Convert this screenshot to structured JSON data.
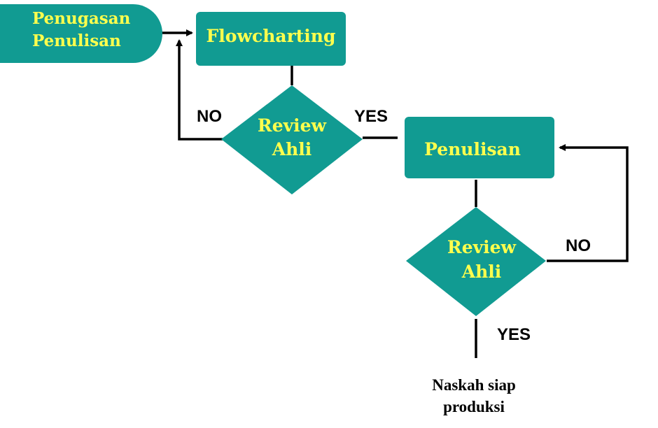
{
  "nodes": {
    "start": {
      "line1": "Penugasan",
      "line2": "Penulisan"
    },
    "flowcharting": {
      "label": "Flowcharting"
    },
    "review1": {
      "line1": "Review",
      "line2": "Ahli"
    },
    "penulisan": {
      "label": "Penulisan"
    },
    "review2": {
      "line1": "Review",
      "line2": "Ahli"
    },
    "end": {
      "line1": "Naskah siap",
      "line2": "produksi"
    }
  },
  "edges": {
    "review1_no": "NO",
    "review1_yes": "YES",
    "review2_no": "NO",
    "review2_yes": "YES"
  },
  "colors": {
    "node_fill": "#119b92",
    "node_text": "#ffff4d",
    "line": "#000000"
  }
}
